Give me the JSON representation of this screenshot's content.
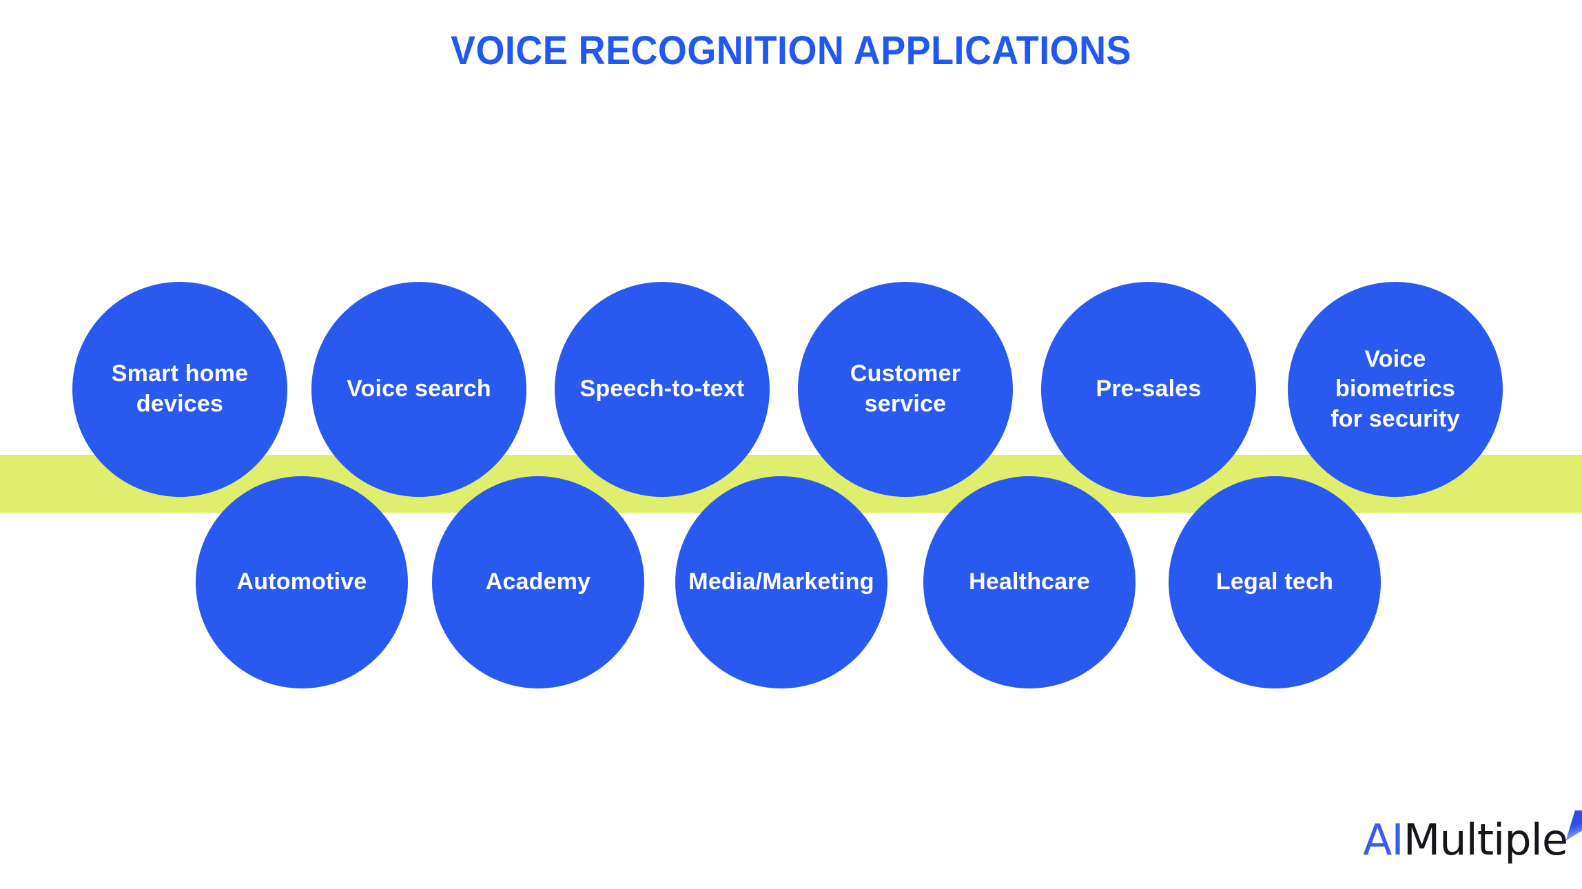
{
  "page": {
    "title": "VOICE RECOGNITION APPLICATIONS",
    "background_color": "#ffffff"
  },
  "colors": {
    "title_blue": "#2159f0",
    "circle_blue": "#2959ef",
    "band_green": "#e0ee6e",
    "label_white": "#ffffff",
    "logo_blue": "#3b5bf0",
    "logo_black": "#15161a"
  },
  "band": {
    "label": "green-highlight-band"
  },
  "rows": [
    {
      "name": "top-row",
      "items": [
        {
          "label": "Smart home devices"
        },
        {
          "label": "Voice search"
        },
        {
          "label": "Speech-to-text"
        },
        {
          "label": "Customer service"
        },
        {
          "label": "Pre-sales"
        },
        {
          "label": "Voice biometrics for security"
        }
      ]
    },
    {
      "name": "bottom-row",
      "items": [
        {
          "label": "Automotive"
        },
        {
          "label": "Academy"
        },
        {
          "label": "Media/Marketing"
        },
        {
          "label": "Healthcare"
        },
        {
          "label": "Legal tech"
        }
      ]
    }
  ],
  "logo": {
    "prefix": "AI",
    "suffix": "Multiple",
    "mark": "aimultiple-spark-mark"
  }
}
